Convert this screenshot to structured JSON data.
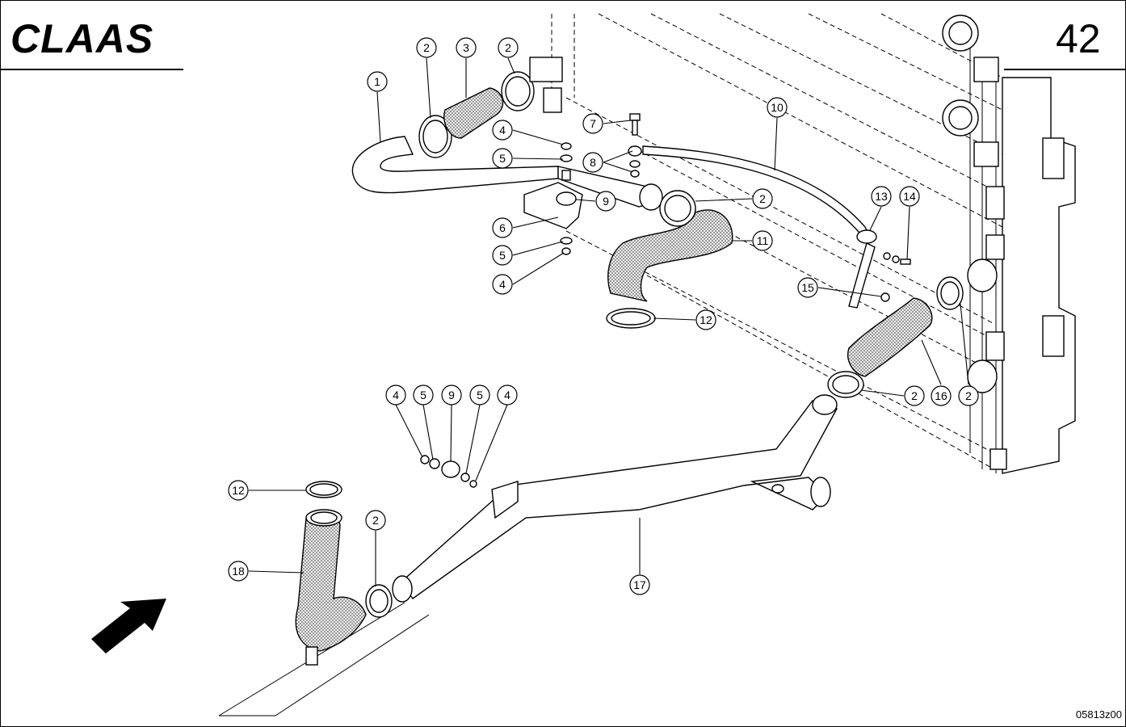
{
  "header": {
    "brand": "CLAAS",
    "page_number": "42"
  },
  "footer": {
    "drawing_code": "05813z00"
  },
  "callouts": [
    {
      "label": "1"
    },
    {
      "label": "2"
    },
    {
      "label": "3"
    },
    {
      "label": "2"
    },
    {
      "label": "7"
    },
    {
      "label": "4"
    },
    {
      "label": "5"
    },
    {
      "label": "8"
    },
    {
      "label": "10"
    },
    {
      "label": "9"
    },
    {
      "label": "2"
    },
    {
      "label": "6"
    },
    {
      "label": "11"
    },
    {
      "label": "5"
    },
    {
      "label": "4"
    },
    {
      "label": "12"
    },
    {
      "label": "13"
    },
    {
      "label": "14"
    },
    {
      "label": "15"
    },
    {
      "label": "2"
    },
    {
      "label": "16"
    },
    {
      "label": "2"
    },
    {
      "label": "4"
    },
    {
      "label": "5"
    },
    {
      "label": "9"
    },
    {
      "label": "5"
    },
    {
      "label": "4"
    },
    {
      "label": "12"
    },
    {
      "label": "2"
    },
    {
      "label": "18"
    },
    {
      "label": "17"
    }
  ],
  "icons": {
    "direction_arrow": "arrow-up-right-icon"
  }
}
